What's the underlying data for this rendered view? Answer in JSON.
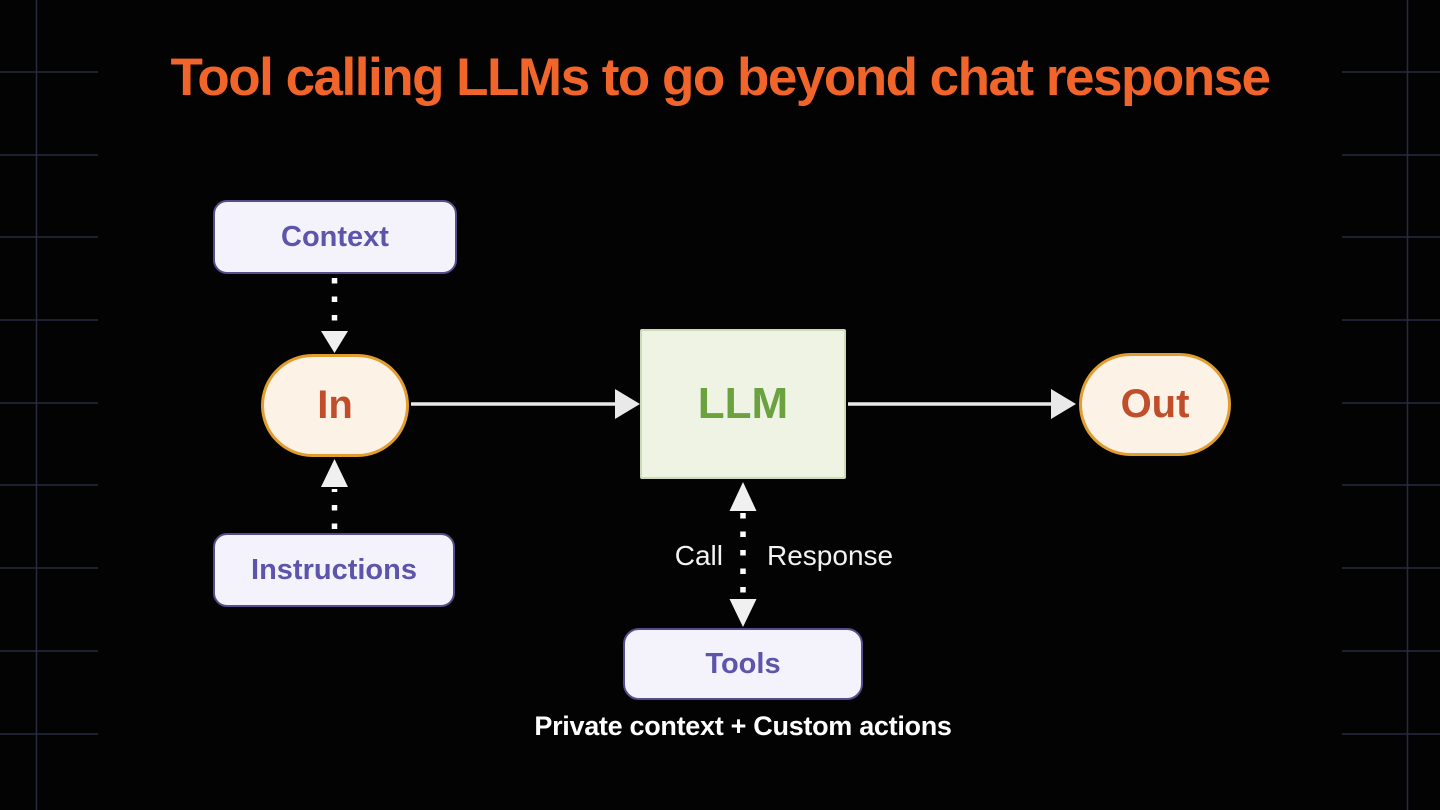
{
  "title": "Tool calling LLMs to go beyond chat response",
  "caption": "Private context + Custom actions",
  "nodes": {
    "context": {
      "label": "Context"
    },
    "instructions": {
      "label": "Instructions"
    },
    "input": {
      "label": "In"
    },
    "llm": {
      "label": "LLM"
    },
    "output": {
      "label": "Out"
    },
    "tools": {
      "label": "Tools"
    }
  },
  "edge_labels": {
    "call": "Call",
    "response": "Response"
  },
  "edges": [
    {
      "from": "Context",
      "to": "In",
      "style": "dotted-arrow"
    },
    {
      "from": "Instructions",
      "to": "In",
      "style": "dotted-arrow"
    },
    {
      "from": "In",
      "to": "LLM",
      "style": "solid-arrow"
    },
    {
      "from": "LLM",
      "to": "Out",
      "style": "solid-arrow"
    },
    {
      "from": "LLM",
      "to": "Tools",
      "style": "dotted-double-arrow",
      "labels": [
        "Call",
        "Response"
      ]
    }
  ],
  "colors": {
    "background": "#030304",
    "grid_line": "#262B3D",
    "title_orange": "#F2652A",
    "lavender_fill": "#F4F2FB",
    "purple_border": "#564E8C",
    "purple_text": "#5D55AB",
    "cream_fill": "#FCF2E6",
    "orange_border": "#E19D2E",
    "orange_red_text": "#C04E2B",
    "green_fill": "#EEF3E3",
    "green_border": "#CCDAB6",
    "green_text": "#6AA23F",
    "solid_arrow": "#E9E9E9",
    "dotted_arrow": "#FFFFFF",
    "edge_label_text": "#F2F2F2"
  }
}
